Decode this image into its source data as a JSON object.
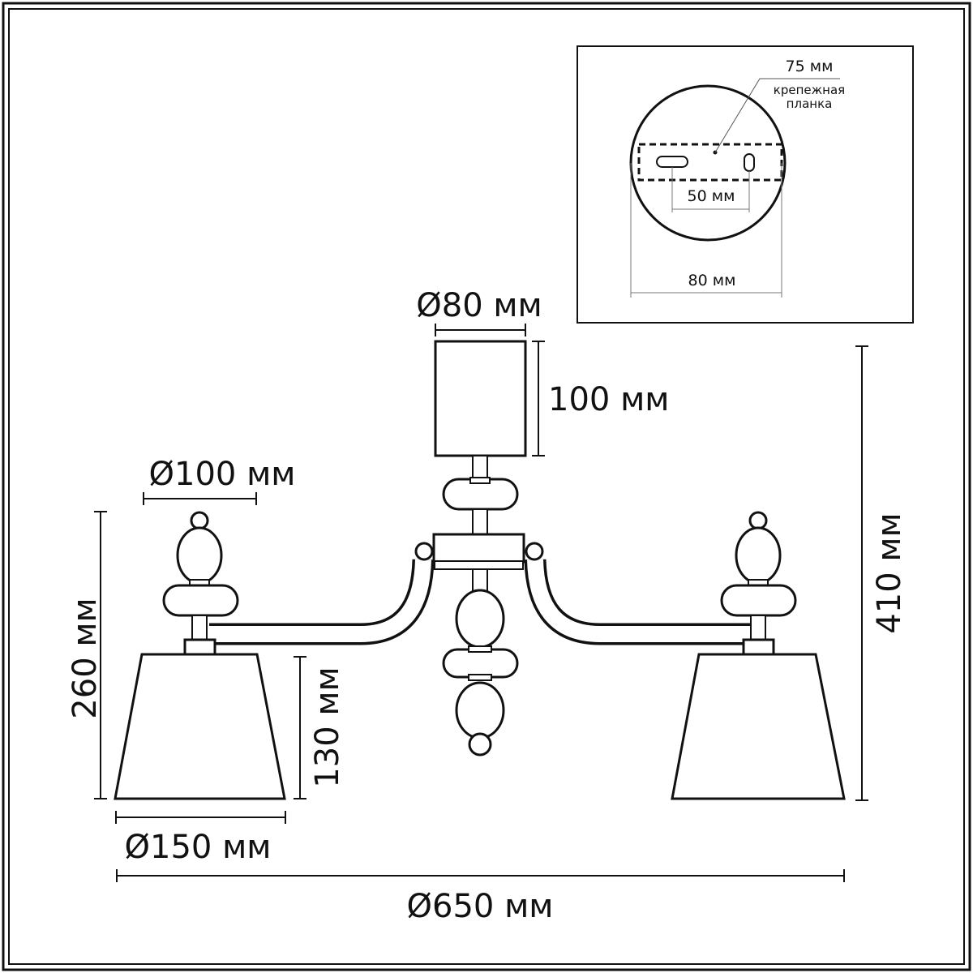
{
  "dimensions": {
    "center_shade_diameter": "Ø80 мм",
    "center_shade_height": "100 мм",
    "side_finial_diameter": "Ø100 мм",
    "side_total_height": "260 мм",
    "side_shade_height": "130 мм",
    "side_shade_diameter": "Ø150 мм",
    "overall_height": "410 мм",
    "overall_diameter": "Ø650 мм"
  },
  "inset": {
    "plate_length": "75 мм",
    "plate_label_line1": "крепежная",
    "plate_label_line2": "планка",
    "hole_spacing": "50 мм",
    "canopy_diameter": "80 мм"
  }
}
